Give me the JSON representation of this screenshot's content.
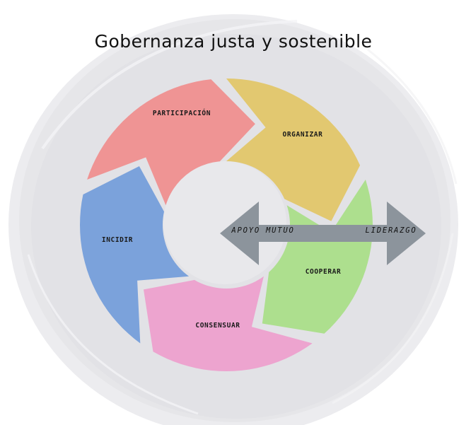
{
  "title": "Gobernanza justa y sostenible",
  "segments": [
    {
      "key": "participacion",
      "label": "PARTICIPACIÓN",
      "color": "#ef9494"
    },
    {
      "key": "organizar",
      "label": "ORGANIZAR",
      "color": "#e2c870"
    },
    {
      "key": "cooperar",
      "label": "COOPERAR",
      "color": "#addf8e"
    },
    {
      "key": "consensuar",
      "label": "CONSENSUAR",
      "color": "#eda4cf"
    },
    {
      "key": "incidir",
      "label": "INCIDIR",
      "color": "#7ba2db"
    }
  ],
  "arrow": {
    "left_label": "APOYO MUTUO",
    "right_label": "LIDERAZGO",
    "color": "#8c949c"
  },
  "colors": {
    "backdrop": "#e6e6e9",
    "center": "#e8e8eb"
  }
}
